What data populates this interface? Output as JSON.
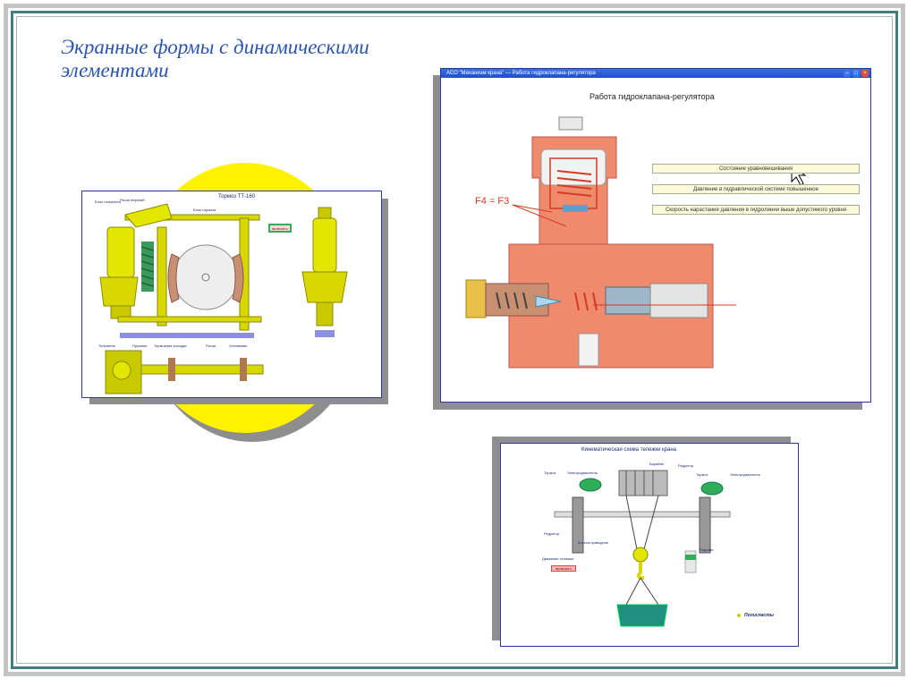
{
  "slide": {
    "title": "Экранные формы с динамическими элементами"
  },
  "brake_form": {
    "title": "Тормоз ТТ-160",
    "button_label": "включить",
    "labels": {
      "block_pushers": "Блок толкателя",
      "upper_lever": "Рычаг верхний",
      "brake_block": "Блок тормоза",
      "pusher": "Толкатель",
      "spring": "Пружина",
      "brake_shoes": "Тормозные колодки",
      "lever": "Рычаг",
      "base": "Основание"
    }
  },
  "hydro_form": {
    "window_title": "АСО \"Механизм крана\" — Работа гидроклапана-регулятора",
    "heading": "Работа гидроклапана-регулятора",
    "formula": "F4 = F3",
    "status_buttons": [
      "Состояние уравновешивания",
      "Давление в гидравлической системе повышенное",
      "Скорость нарастания давления в гидролинии выше допустимого уровня"
    ]
  },
  "kinematic_form": {
    "title": "Кинематическая схема тележки крана",
    "labels": {
      "drum": "Барабан",
      "reducer_top": "Редуктор",
      "brake_left": "Тормоз",
      "motor_left": "Электродвигатель",
      "brake_right": "Тормоз",
      "motor_right": "Электродвигатель",
      "reducer_bottom": "Редуктор",
      "drive_wheel": "Колеса приводное",
      "trolley_motion": "Движение тележки",
      "lift": "Поднять",
      "pulley_blocks": "Полиспасты"
    },
    "button_label": "включить"
  },
  "colors": {
    "title_blue": "#2a54b3",
    "frame_teal": "#3f7f7f",
    "window_border": "#2b3aa0",
    "machine_yellow": "#e3e600",
    "valve_salmon": "#f08a6c",
    "valve_red": "#d33b22",
    "valve_steel": "#b9c9d6",
    "motor_green": "#2fae58"
  },
  "icons": {
    "close": "close-icon",
    "maximize": "maximize-icon",
    "minimize": "minimize-icon",
    "cursor": "arrow-cursor-icon"
  }
}
